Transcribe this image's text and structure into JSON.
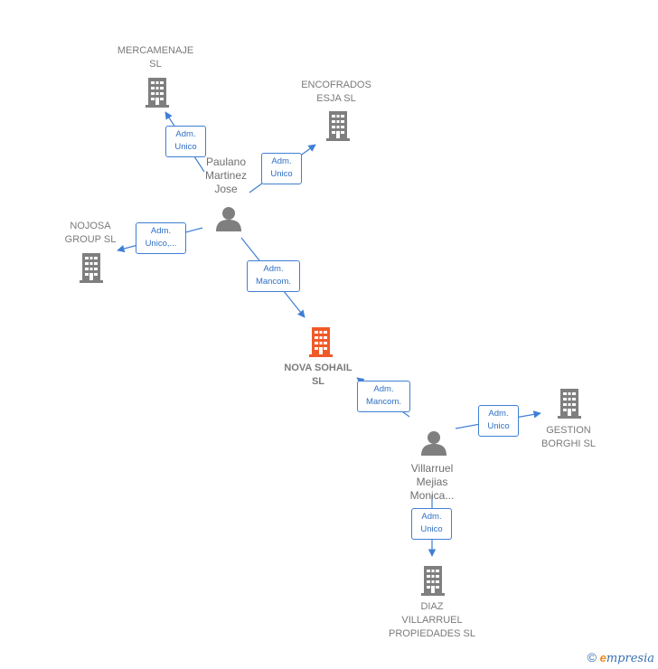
{
  "colors": {
    "edge": "#3f7fd5",
    "company": "#7f7f7f",
    "focus": "#f05a28",
    "person": "#7f7f7f"
  },
  "nodes": {
    "mercamenaje": {
      "label": "MERCAMENAJE\nSL",
      "icon": "building-icon"
    },
    "encofrados": {
      "label": "ENCOFRADOS\nESJA SL",
      "icon": "building-icon"
    },
    "nojosa": {
      "label": "NOJOSA\nGROUP SL",
      "icon": "building-icon"
    },
    "paulano": {
      "label": "Paulano\nMartinez\nJose",
      "icon": "person-icon"
    },
    "novasohail": {
      "label": "NOVA SOHAIL\nSL",
      "icon": "building-icon"
    },
    "gestion": {
      "label": "GESTION\nBORGHI SL",
      "icon": "building-icon"
    },
    "villarruel": {
      "label": "Villarruel\nMejias\nMonica...",
      "icon": "person-icon"
    },
    "diaz": {
      "label": "DIAZ\nVILLARRUEL\nPROPIEDADES SL",
      "icon": "building-icon"
    }
  },
  "edges": {
    "e1": "Adm.\nUnico",
    "e2": "Adm.\nUnico",
    "e3": "Adm.\nUnico,...",
    "e4": "Adm.\nMancom.",
    "e5": "Adm.\nMancom.",
    "e6": "Adm.\nUnico",
    "e7": "Adm.\nUnico"
  },
  "brand": {
    "copyright": "©",
    "name_initial": "e",
    "name_rest": "mpresia"
  }
}
